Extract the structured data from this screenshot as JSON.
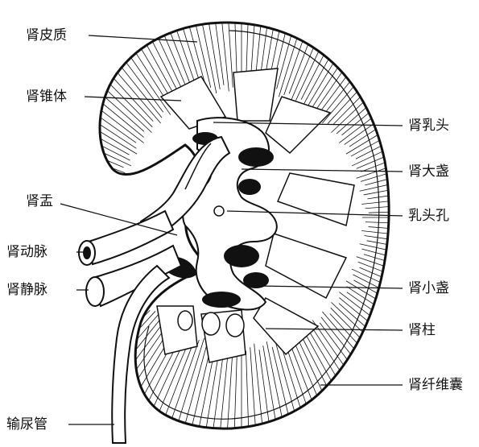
{
  "labels": {
    "renal_cortex": "肾皮质",
    "renal_pyramid": "肾锥体",
    "renal_pelvis": "肾盂",
    "renal_artery": "肾动脉",
    "renal_vein": "肾静脉",
    "ureter": "输尿管",
    "renal_papilla": "肾乳头",
    "major_calyx": "肾大盏",
    "papillary_foramen": "乳头孔",
    "minor_calyx": "肾小盏",
    "renal_column": "肾柱",
    "fibrous_capsule": "肾纤维囊"
  },
  "colors": {
    "ink": "#111111",
    "paper": "#ffffff"
  }
}
